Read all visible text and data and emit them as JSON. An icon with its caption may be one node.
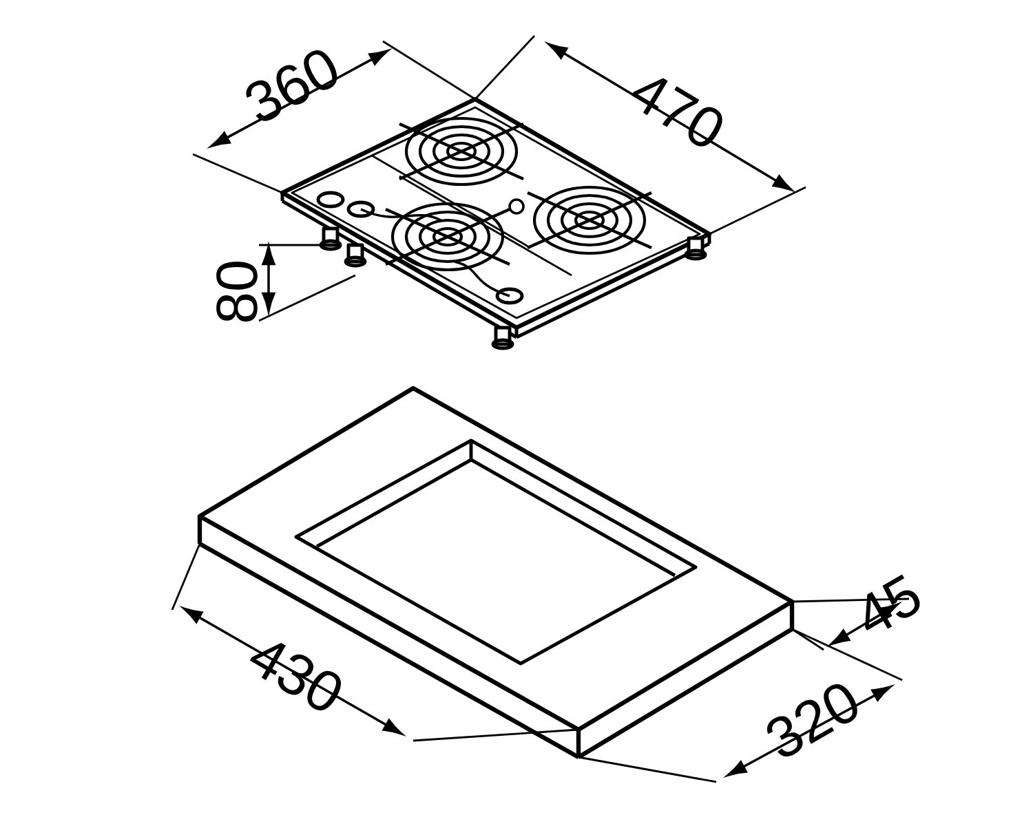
{
  "diagram": {
    "labels": [
      "360",
      "470",
      "80",
      "45",
      "430",
      "320"
    ]
  }
}
